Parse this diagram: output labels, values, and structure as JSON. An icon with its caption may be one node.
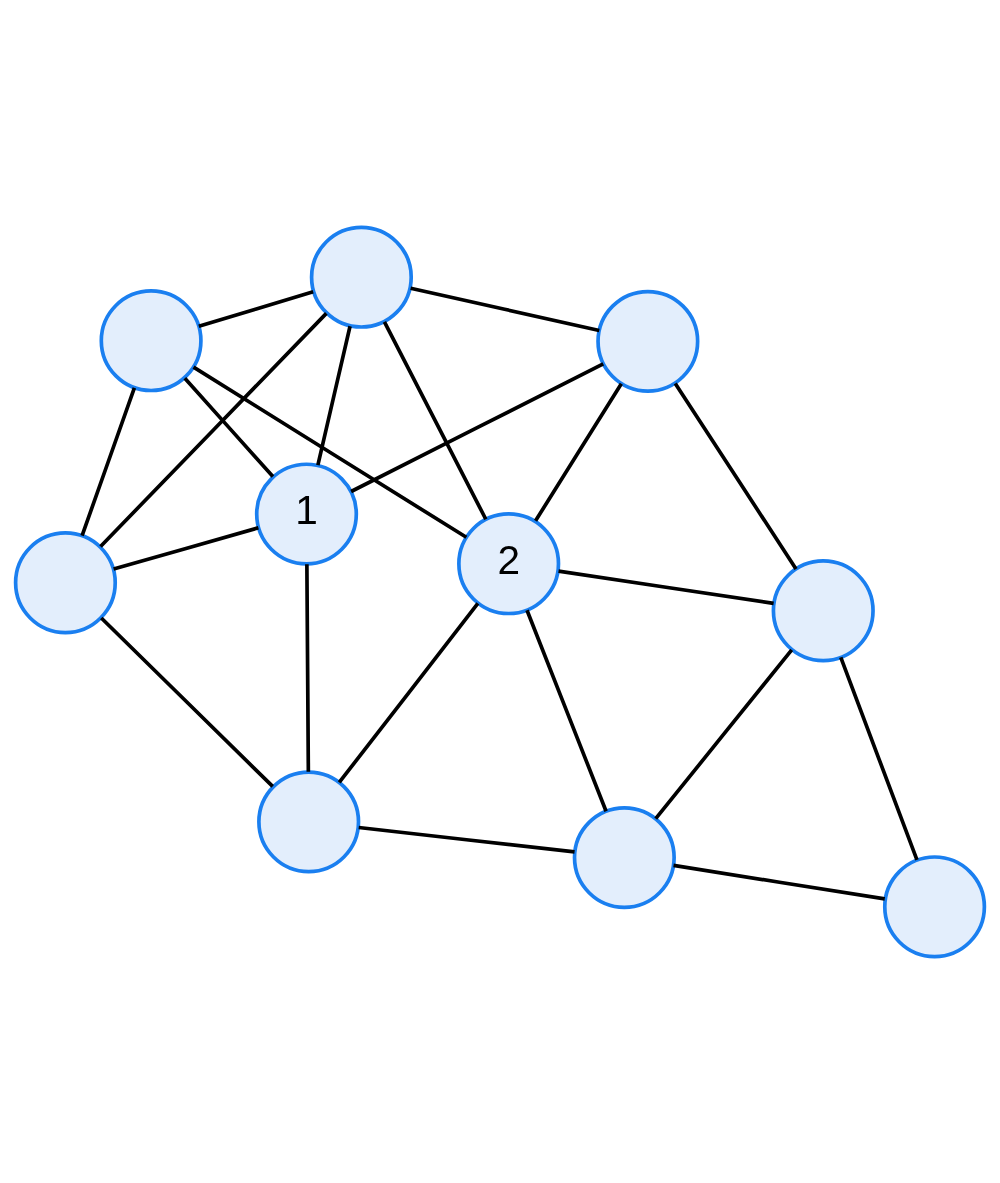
{
  "diagram": {
    "nodes": [
      {
        "text": [],
        "shape": "circle"
      },
      {
        "text": [],
        "shape": "circle"
      },
      {
        "text": [],
        "shape": "circle"
      },
      {
        "text": [
          "1"
        ]
      },
      {
        "text": [],
        "shape": "circle"
      },
      {
        "text": [
          "2"
        ]
      },
      {
        "text": [],
        "shape": "circle"
      },
      {
        "text": [],
        "shape": "circle"
      },
      {
        "text": [],
        "shape": "circle"
      },
      {
        "text": [],
        "shape": "circle"
      }
    ],
    "edges": [
      {
        "from": 0,
        "to": 2,
        "arrow": "none"
      },
      {
        "from": 0,
        "to": 1,
        "arrow": "none"
      },
      {
        "from": 0,
        "to": 3,
        "arrow": "none"
      },
      {
        "from": 0,
        "to": 5,
        "arrow": "none"
      },
      {
        "from": 2,
        "to": 1,
        "arrow": "none"
      },
      {
        "from": 2,
        "to": 3,
        "arrow": "none"
      },
      {
        "from": 2,
        "to": 6,
        "arrow": "none"
      },
      {
        "from": 1,
        "to": 3,
        "arrow": "none"
      },
      {
        "from": 1,
        "to": 5,
        "arrow": "none"
      },
      {
        "from": 1,
        "to": 4,
        "arrow": "none"
      },
      {
        "from": 3,
        "to": 4,
        "arrow": "none"
      },
      {
        "from": 3,
        "to": 6,
        "arrow": "none"
      },
      {
        "from": 4,
        "to": 5,
        "arrow": "none"
      },
      {
        "from": 4,
        "to": 8,
        "arrow": "none"
      },
      {
        "from": 5,
        "to": 6,
        "arrow": "none"
      },
      {
        "from": 5,
        "to": 9,
        "arrow": "none"
      },
      {
        "from": 5,
        "to": 8,
        "arrow": "none"
      },
      {
        "from": 6,
        "to": 9,
        "arrow": "none"
      },
      {
        "from": 7,
        "to": 8,
        "arrow": "none"
      },
      {
        "from": 7,
        "to": 9,
        "arrow": "none"
      },
      {
        "from": 8,
        "to": 9,
        "arrow": "none"
      }
    ]
  }
}
